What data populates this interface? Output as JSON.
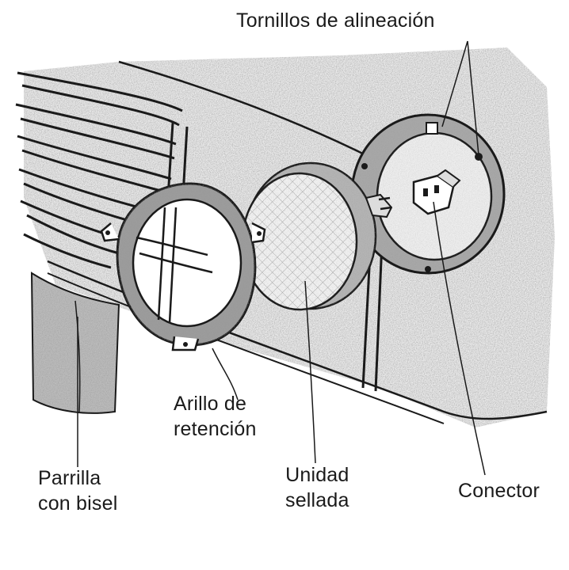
{
  "labels": {
    "alignment_screws": "Tornillos de alineación",
    "retaining_ring": [
      "Arillo de",
      "retención"
    ],
    "grille_bezel": [
      "Parrilla",
      "con bisel"
    ],
    "sealed_unit": [
      "Unidad",
      "sellada"
    ],
    "connector": "Conector"
  },
  "colors": {
    "ink": "#1a1a1a",
    "shade": "#8a8a8a",
    "background": "#ffffff"
  }
}
